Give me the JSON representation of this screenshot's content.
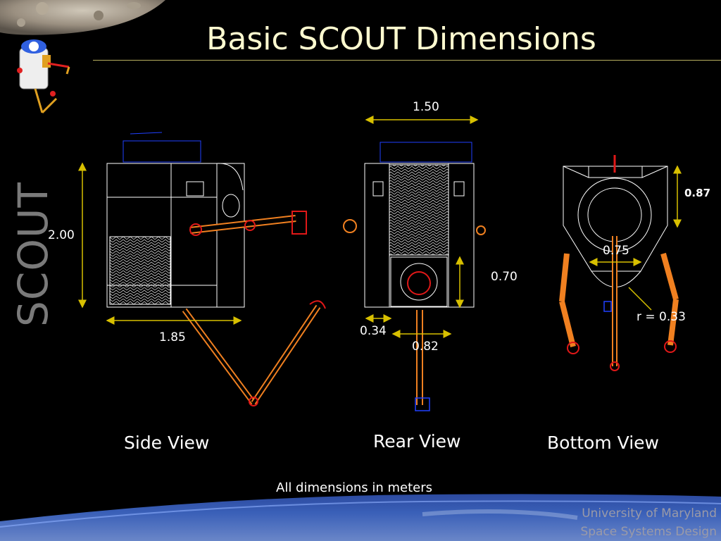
{
  "slide": {
    "title": "Basic SCOUT Dimensions",
    "vertical_label": "SCOUT",
    "caption": "All dimensions in meters",
    "footer_line1": "University of Maryland",
    "footer_line2": "Space Systems Design"
  },
  "views": {
    "side": {
      "label": "Side View",
      "height": "2.00",
      "length": "1.85"
    },
    "rear": {
      "label": "Rear View",
      "width": "1.50",
      "height": "0.70",
      "offset": "0.34",
      "base": "0.82"
    },
    "bottom": {
      "label": "Bottom View",
      "depth": "0.87",
      "width": "0.75",
      "radius": "r = 0.33"
    }
  },
  "colors": {
    "dimension_lines": "#d8c000",
    "structure": "#ffffff",
    "arms_red": "#e01818",
    "arms_orange": "#f08020",
    "blue_parts": "#2040ff"
  }
}
